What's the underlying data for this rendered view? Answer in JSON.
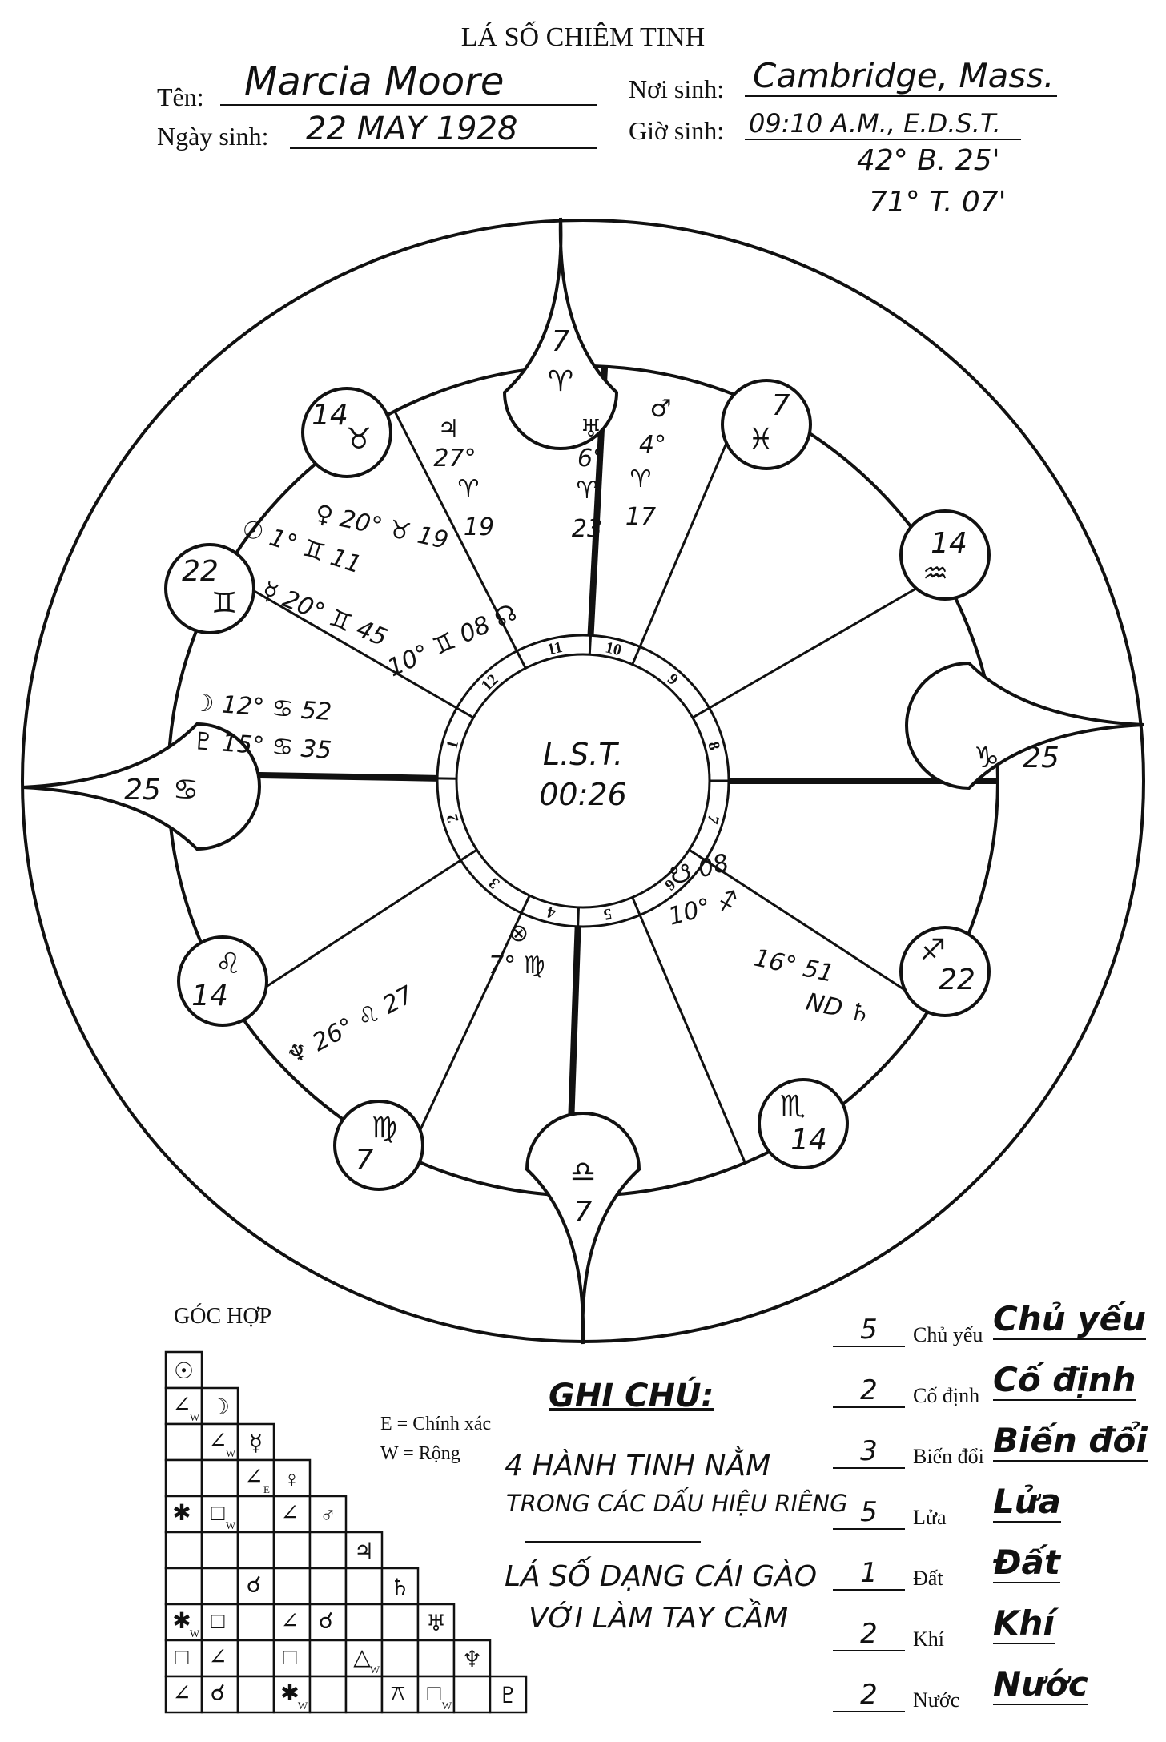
{
  "header": {
    "title": "LÁ SỐ CHIÊM TINH",
    "name_label": "Tên:",
    "name_value": "Marcia Moore",
    "birthdate_label": "Ngày sinh:",
    "birthdate_value": "22 MAY 1928",
    "birthplace_label": "Nơi sinh:",
    "birthplace_value": "Cambridge, Mass.",
    "birthtime_label": "Giờ sinh:",
    "birthtime_value": "09:10 A.M., E.D.S.T.",
    "latitude": "42° B. 25'",
    "longitude": "71° T. 07'"
  },
  "chart": {
    "center_line1": "L.S.T.",
    "center_line2": "00:26",
    "house_numbers": [
      "10",
      "9",
      "8",
      "7",
      "6",
      "5",
      "4",
      "3",
      "2",
      "1",
      "12",
      "11"
    ],
    "cusps": [
      {
        "deg": "7",
        "sign": "♈"
      },
      {
        "deg": "7",
        "sign": "♓"
      },
      {
        "deg": "14",
        "sign": "♒"
      },
      {
        "deg": "25",
        "sign": "♑"
      },
      {
        "deg": "22",
        "sign": "♐"
      },
      {
        "deg": "14",
        "sign": "♏"
      },
      {
        "deg": "7",
        "sign": "♎"
      },
      {
        "deg": "7",
        "sign": "♍"
      },
      {
        "deg": "14",
        "sign": "♌"
      },
      {
        "deg": "25",
        "sign": "♋"
      },
      {
        "deg": "22",
        "sign": "♊"
      },
      {
        "deg": "14",
        "sign": "♉"
      }
    ],
    "planets": [
      {
        "lines": [
          "♃",
          "27°",
          "♈",
          "19"
        ]
      },
      {
        "lines": [
          "♅",
          "6°",
          "♈",
          "23"
        ]
      },
      {
        "lines": [
          "♂",
          "4°",
          "♈",
          "17"
        ]
      },
      {
        "lines": [
          "♀ 20° ♉ 19"
        ]
      },
      {
        "lines": [
          "☉ 1° ♊ 11"
        ]
      },
      {
        "lines": [
          "☿ 20° ♊ 45"
        ]
      },
      {
        "lines": [
          "10° ♊ 08 ☊"
        ]
      },
      {
        "lines": [
          "☽ 12° ♋ 52"
        ]
      },
      {
        "lines": [
          "♇ 15° ♋ 35"
        ]
      },
      {
        "lines": [
          "☋ 08",
          "10° ♐"
        ]
      },
      {
        "lines": [
          "16° 51",
          "ND ♄"
        ]
      },
      {
        "lines": [
          "⊗",
          "7° ♍"
        ]
      },
      {
        "lines": [
          "♆ 26° ♌ 27"
        ]
      }
    ]
  },
  "aspects": {
    "title": "GÓC HỢP",
    "legend_e": "E = Chính xác",
    "legend_w": "W = Rộng",
    "planets": [
      "☉",
      "☽",
      "☿",
      "♀",
      "♂",
      "♃",
      "♄",
      "♅",
      "♆",
      "♇"
    ],
    "cells": [
      {
        "r": 1,
        "c": 0,
        "t": "∠",
        "s": "W"
      },
      {
        "r": 2,
        "c": 1,
        "t": "∠",
        "s": "W"
      },
      {
        "r": 3,
        "c": 2,
        "t": "∠",
        "s": "E"
      },
      {
        "r": 4,
        "c": 0,
        "t": "✱",
        "s": ""
      },
      {
        "r": 4,
        "c": 1,
        "t": "□",
        "s": "W"
      },
      {
        "r": 4,
        "c": 3,
        "t": "∠",
        "s": ""
      },
      {
        "r": 6,
        "c": 2,
        "t": "☌",
        "s": ""
      },
      {
        "r": 7,
        "c": 0,
        "t": "✱",
        "s": "W"
      },
      {
        "r": 7,
        "c": 1,
        "t": "□",
        "s": ""
      },
      {
        "r": 7,
        "c": 3,
        "t": "∠",
        "s": ""
      },
      {
        "r": 7,
        "c": 4,
        "t": "☌",
        "s": ""
      },
      {
        "r": 8,
        "c": 0,
        "t": "□",
        "s": ""
      },
      {
        "r": 8,
        "c": 1,
        "t": "∠",
        "s": ""
      },
      {
        "r": 8,
        "c": 3,
        "t": "□",
        "s": ""
      },
      {
        "r": 8,
        "c": 5,
        "t": "△",
        "s": "W"
      },
      {
        "r": 9,
        "c": 0,
        "t": "∠",
        "s": ""
      },
      {
        "r": 9,
        "c": 1,
        "t": "☌",
        "s": ""
      },
      {
        "r": 9,
        "c": 3,
        "t": "✱",
        "s": "W"
      },
      {
        "r": 9,
        "c": 6,
        "t": "⚻",
        "s": ""
      },
      {
        "r": 9,
        "c": 7,
        "t": "□",
        "s": "W"
      }
    ]
  },
  "notes": {
    "title": "GHI CHÚ:",
    "line1": "4 HÀNH TINH NẰM",
    "line2": "TRONG CÁC DẤU HIỆU RIÊNG",
    "line3": "LÁ SỐ DẠNG CÁI GÀO",
    "line4": "VỚI LÀM TAY CẦM"
  },
  "qualities": [
    {
      "count": "5",
      "label": "Chủ yếu",
      "big": "Chủ yếu"
    },
    {
      "count": "2",
      "label": "Cố định",
      "big": "Cố định"
    },
    {
      "count": "3",
      "label": "Biến đổi",
      "big": "Biến đổi"
    },
    {
      "count": "5",
      "label": "Lửa",
      "big": "Lửa"
    },
    {
      "count": "1",
      "label": "Đất",
      "big": "Đất"
    },
    {
      "count": "2",
      "label": "Khí",
      "big": "Khí"
    },
    {
      "count": "2",
      "label": "Nước",
      "big": "Nước"
    }
  ]
}
